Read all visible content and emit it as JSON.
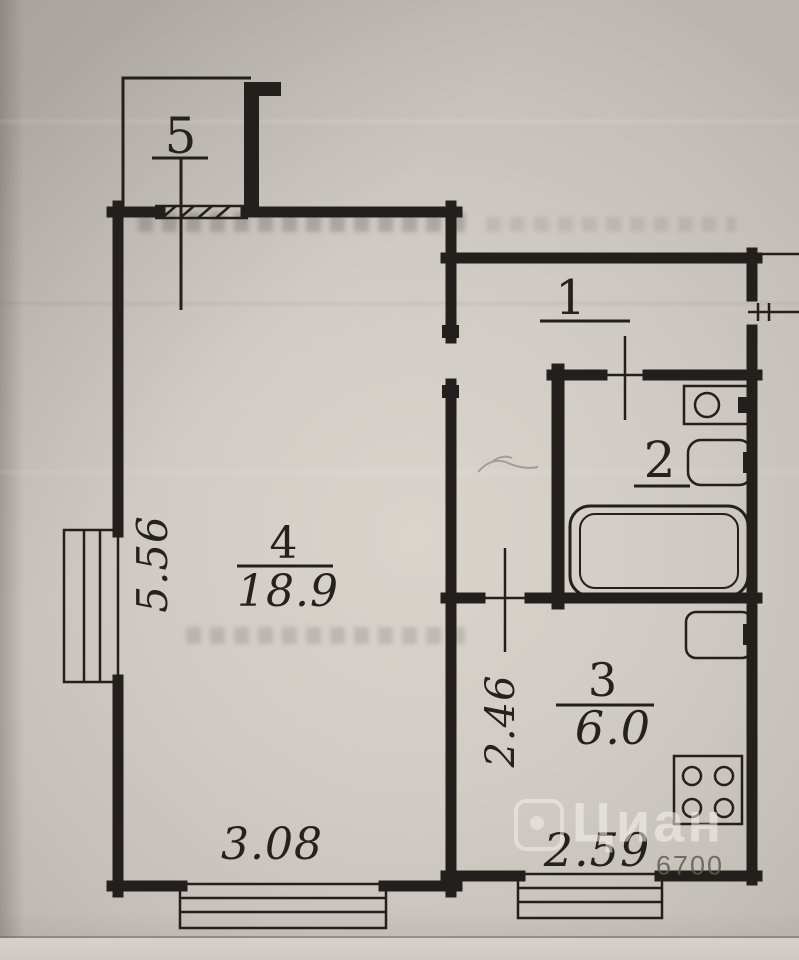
{
  "plan": {
    "rooms": {
      "balcony": {
        "number": "5"
      },
      "hallway": {
        "number": "1"
      },
      "bathroom": {
        "number": "2"
      },
      "kitchen": {
        "number": "3",
        "area": "6.0"
      },
      "living": {
        "number": "4",
        "area": "18.9"
      }
    },
    "dimensions": {
      "living_left": "5.56",
      "living_bottom": "3.08",
      "kitchen_left": "2.46",
      "kitchen_bottom": "2.59"
    }
  },
  "watermark": {
    "brand": "Циан",
    "number": "6700"
  },
  "colors": {
    "ink": "#221f1c",
    "paper": "#cac4be",
    "watermark": "#f5f2ee"
  }
}
